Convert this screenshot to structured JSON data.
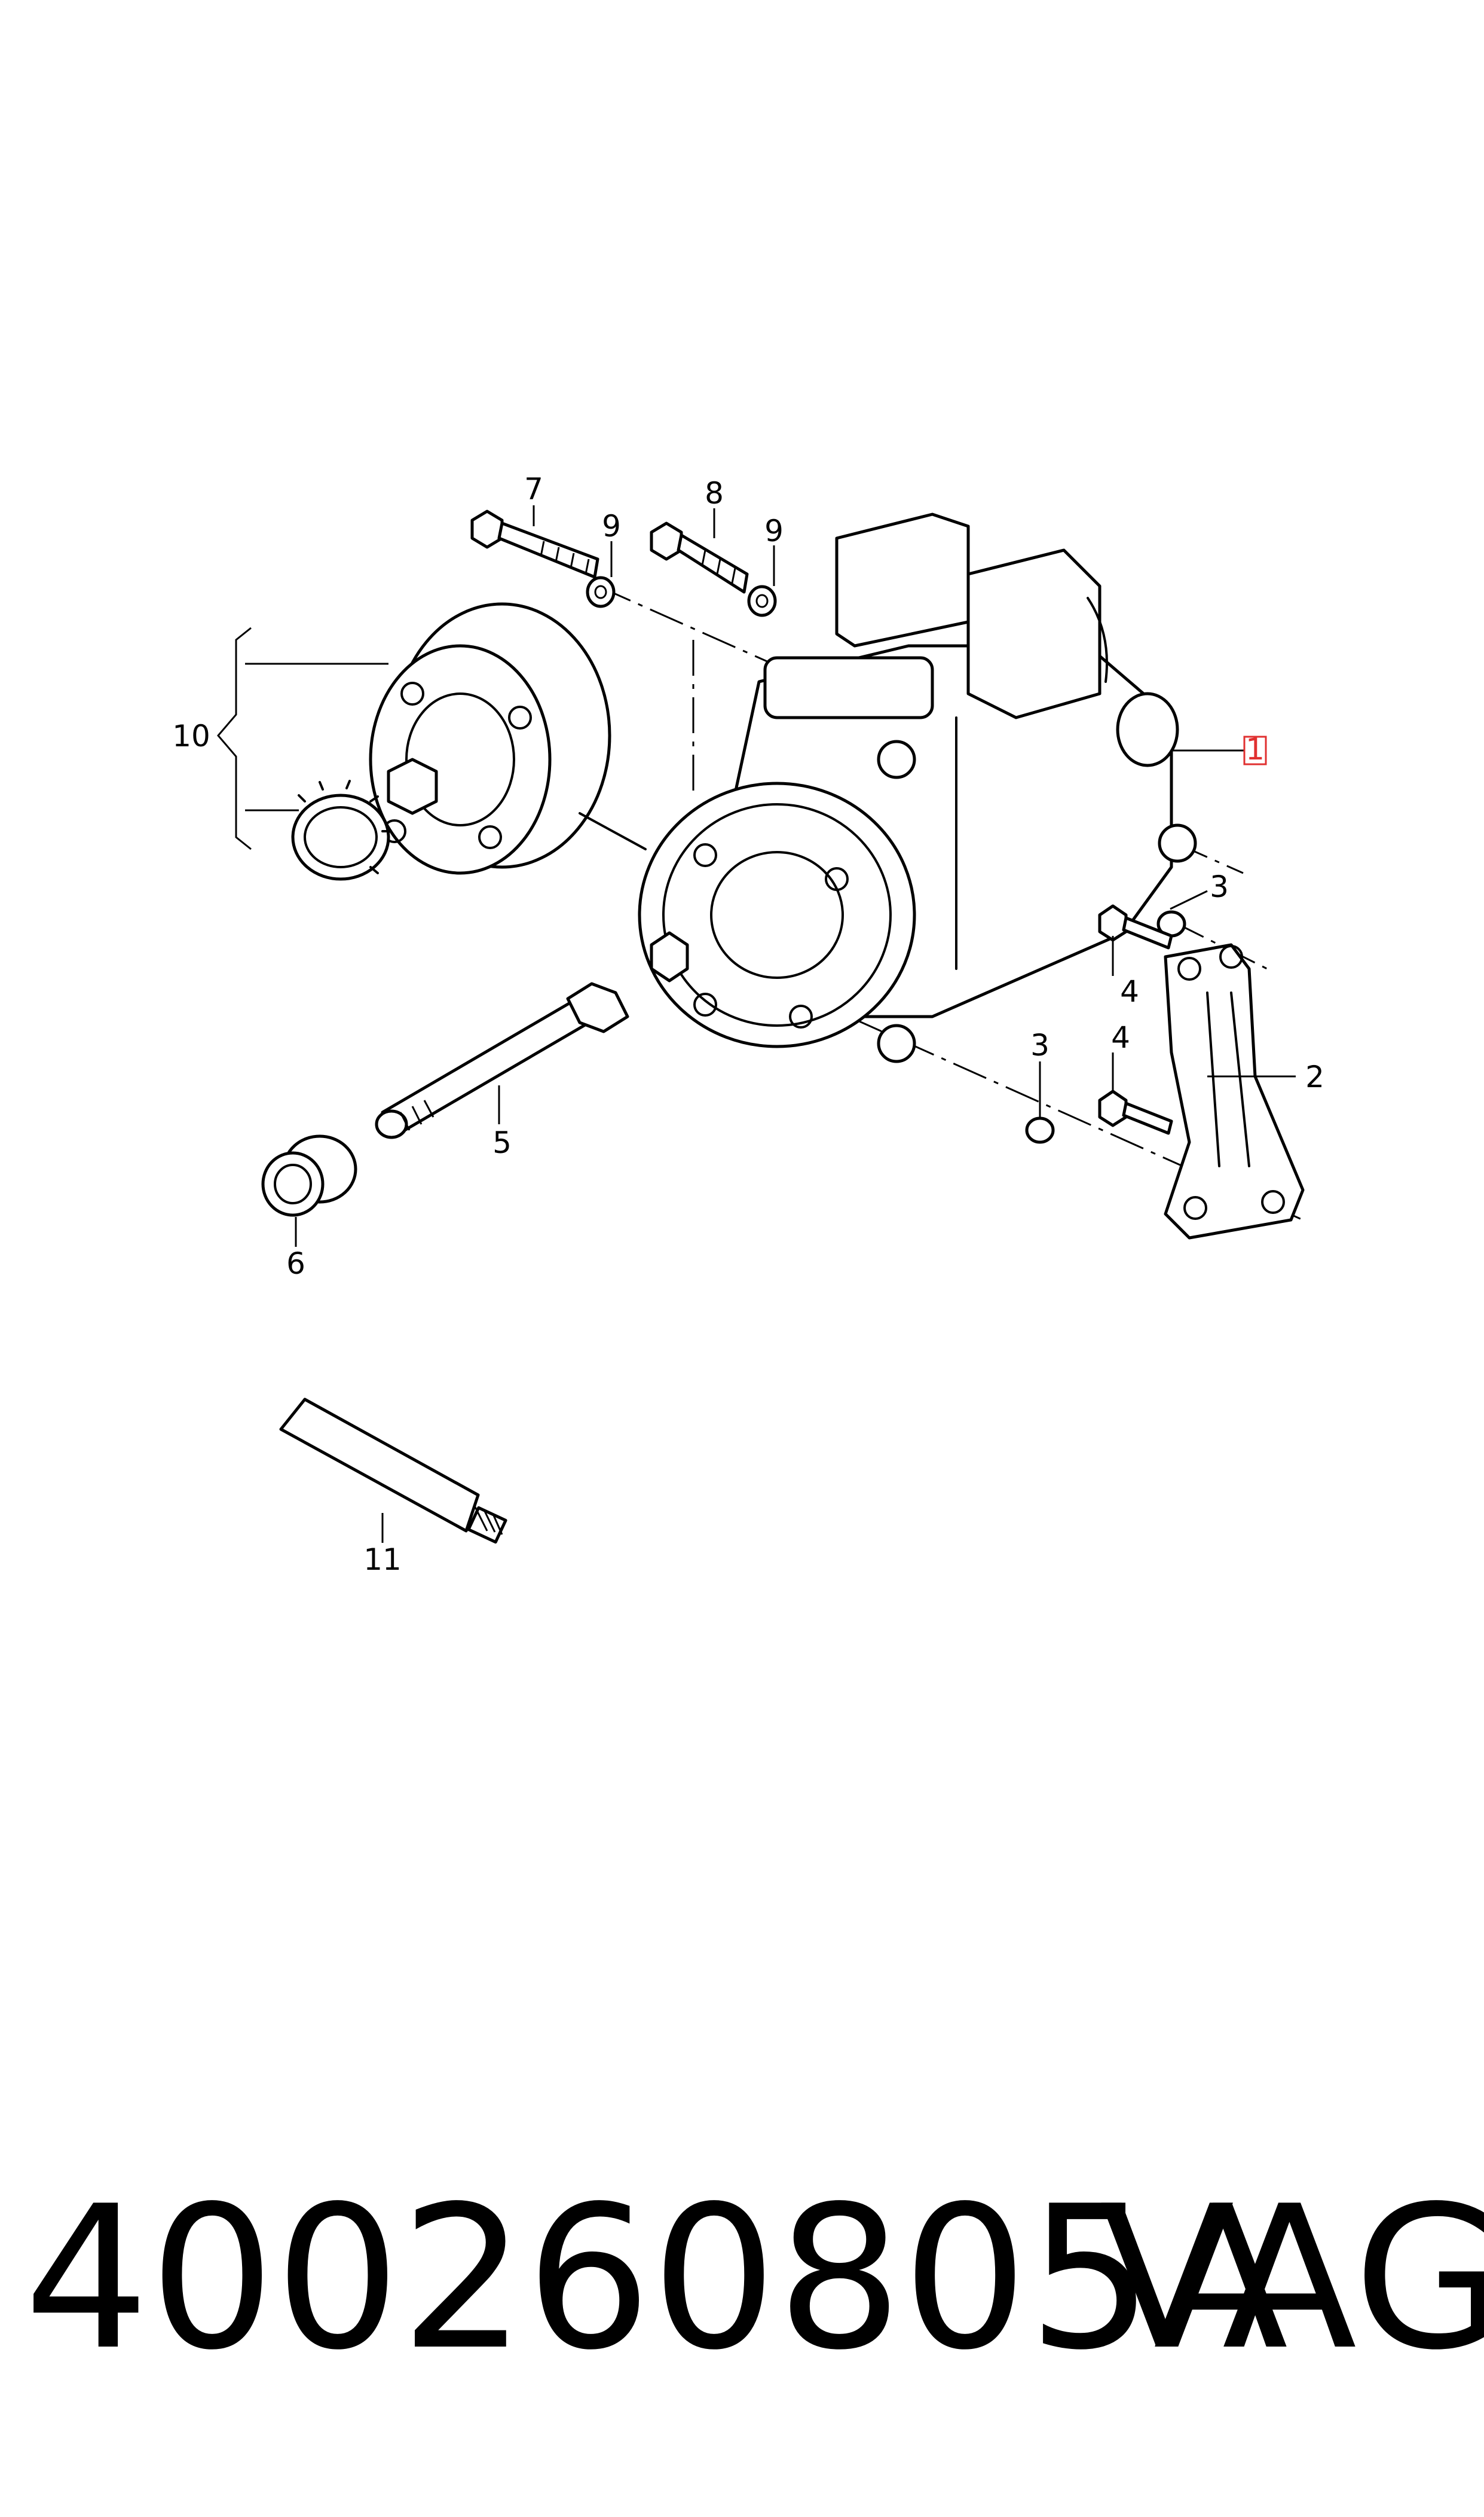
{
  "callouts": {
    "c1": "1",
    "c2": "2",
    "c3a": "3",
    "c3b": "3",
    "c4a": "4",
    "c4b": "4",
    "c5": "5",
    "c6": "6",
    "c7": "7",
    "c8": "8",
    "c9a": "9",
    "c9b": "9",
    "c10": "10",
    "c11": "11"
  },
  "footer": {
    "part_number": "400260805A",
    "brand": "VAG"
  },
  "colors": {
    "highlight": "#e03030"
  }
}
